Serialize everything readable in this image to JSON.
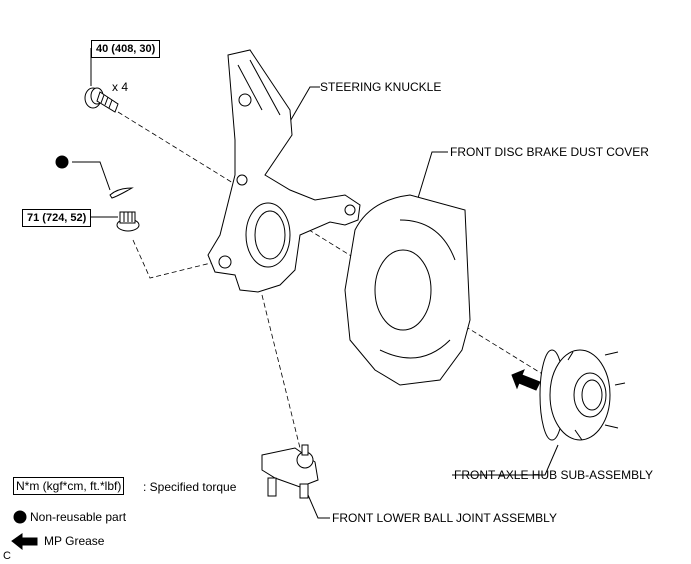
{
  "torques": {
    "bolt": "40 (408, 30)",
    "nut": "71 (724, 52)"
  },
  "bolt_quantity": "x 4",
  "labels": {
    "steering_knuckle": "STEERING KNUCKLE",
    "dust_cover": "FRONT DISC BRAKE DUST COVER",
    "axle_hub": "FRONT AXLE HUB SUB-ASSEMBLY",
    "ball_joint": "FRONT LOWER BALL JOINT ASSEMBLY"
  },
  "legend": {
    "torque_unit": "N*m (kgf*cm, ft.*lbf)",
    "torque_desc": ": Specified torque",
    "non_reusable": "Non-reusable part",
    "grease": "MP Grease"
  },
  "figure_code": "C"
}
